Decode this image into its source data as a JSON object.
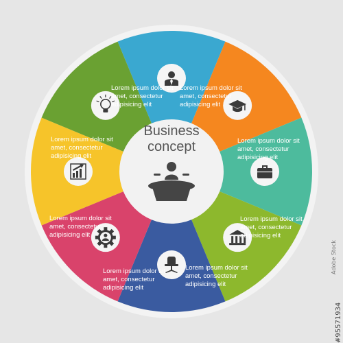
{
  "center": {
    "title_line1": "Business",
    "title_line2": "concept",
    "icon": "speaker-at-podium-icon"
  },
  "segments": [
    {
      "color": "#3aa8d0",
      "icon": "businessman-icon",
      "text": [
        "Lorem ipsum dolor sit",
        "amet, consectetur",
        "adipisicing elit"
      ]
    },
    {
      "color": "#f5871f",
      "icon": "graduation-cap-icon",
      "text": [
        "Lorem ipsum dolor sit",
        "amet, consectetur",
        "adipisicing elit"
      ]
    },
    {
      "color": "#4dbb9d",
      "icon": "briefcase-icon",
      "text": [
        "Lorem ipsum dolor sit",
        "amet, consectetur",
        "adipisicing elit"
      ]
    },
    {
      "color": "#8db82d",
      "icon": "bank-icon",
      "text": [
        "Lorem ipsum dolor sit",
        "amet, consectetur",
        "adipisicing elit"
      ]
    },
    {
      "color": "#3a5ba0",
      "icon": "office-chair-icon",
      "text": [
        "Lorem ipsum dolor sit",
        "amet, consectetur",
        "adipisicing elit"
      ]
    },
    {
      "color": "#d9436b",
      "icon": "gear-person-icon",
      "text": [
        "Lorem ipsum dolor sit",
        "amet, consectetur",
        "adipisicing elit"
      ]
    },
    {
      "color": "#f6c42a",
      "icon": "growth-chart-icon",
      "text": [
        "Lorem ipsum dolor sit",
        "amet, consectetur",
        "adipisicing elit"
      ]
    },
    {
      "color": "#6aa132",
      "icon": "lightbulb-icon",
      "text": [
        "Lorem ipsum dolor sit",
        "amet, consectetur",
        "adipisicing elit"
      ]
    }
  ],
  "watermark": "Adobe Stock",
  "stock_id": "#95571934"
}
